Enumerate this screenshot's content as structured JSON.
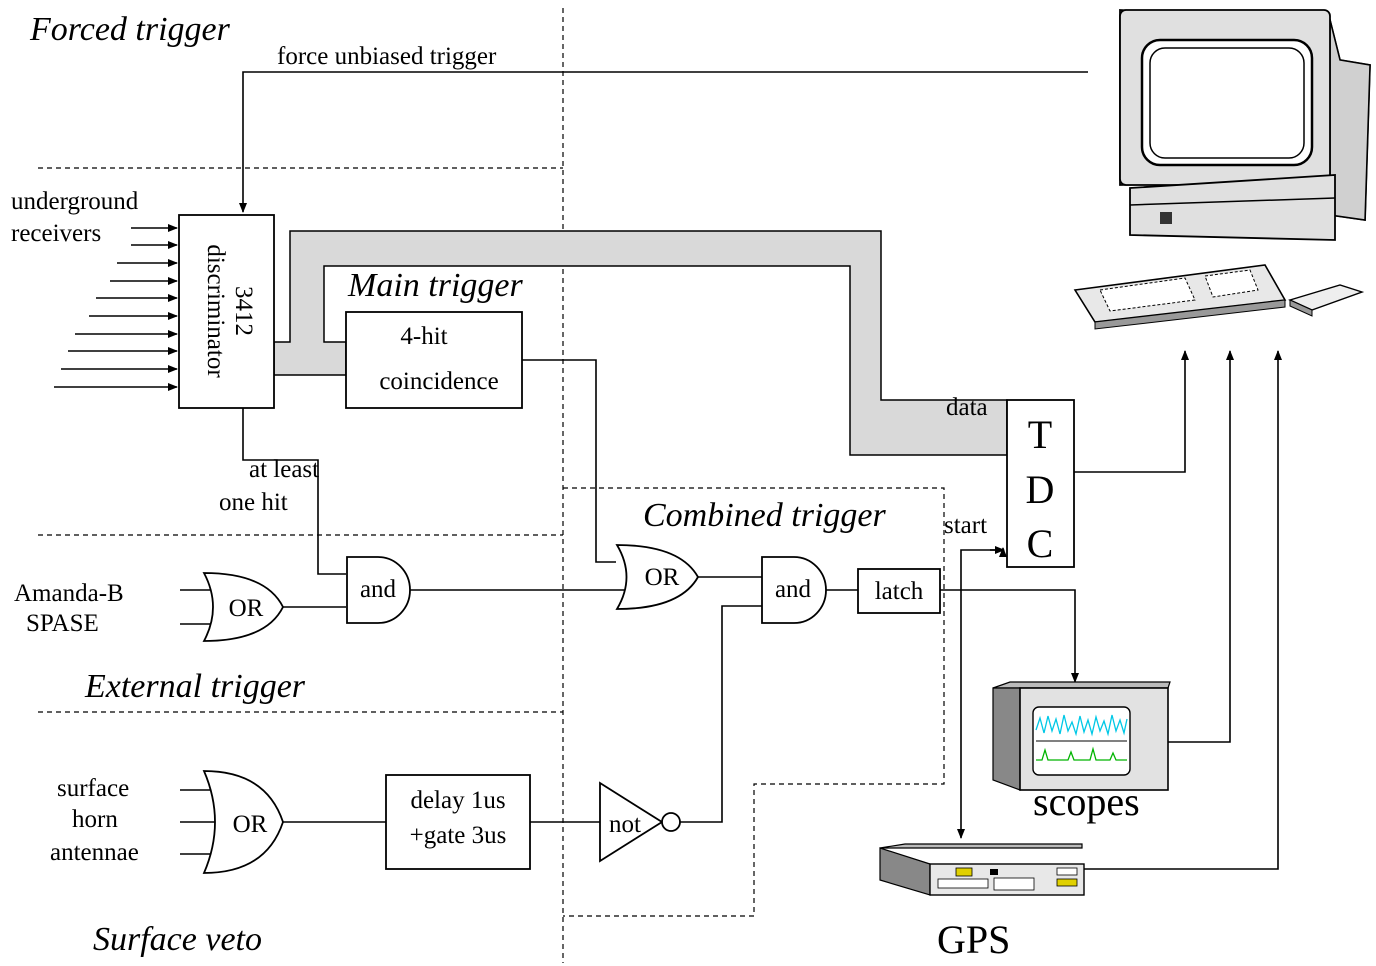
{
  "regions": {
    "forced": "Forced trigger",
    "main": "Main trigger",
    "combined": "Combined trigger",
    "external": "External trigger",
    "veto": "Surface veto"
  },
  "labels": {
    "force_unbiased": "force unbiased trigger",
    "underground": "underground",
    "receivers": "receivers",
    "discriminator_num": "3412",
    "discriminator": "discriminator",
    "coinc_top": "4-hit",
    "coinc_bottom": "coincidence",
    "at_least": "at least",
    "one_hit": "one hit",
    "amanda": "Amanda-B",
    "spase": "SPASE",
    "or1": "OR",
    "and1": "and",
    "or2": "OR",
    "and2": "and",
    "latch": "latch",
    "surface": "surface",
    "horn": "horn",
    "antennae": "antennae",
    "or3": "OR",
    "delay": "delay 1us",
    "gate": "+gate 3us",
    "not": "not",
    "data": "data",
    "start": "start",
    "tdc_t": "T",
    "tdc_d": "D",
    "tdc_c": "C",
    "scopes": "scopes",
    "gps": "GPS"
  },
  "icons": [
    "computer-icon",
    "keyboard-icon",
    "mouse-icon",
    "oscilloscope-icon",
    "gps-receiver-icon"
  ],
  "colors": {
    "bus": "#d9d9d9",
    "scope_trace_1": "#00c8e6",
    "scope_trace_2": "#00b400"
  }
}
